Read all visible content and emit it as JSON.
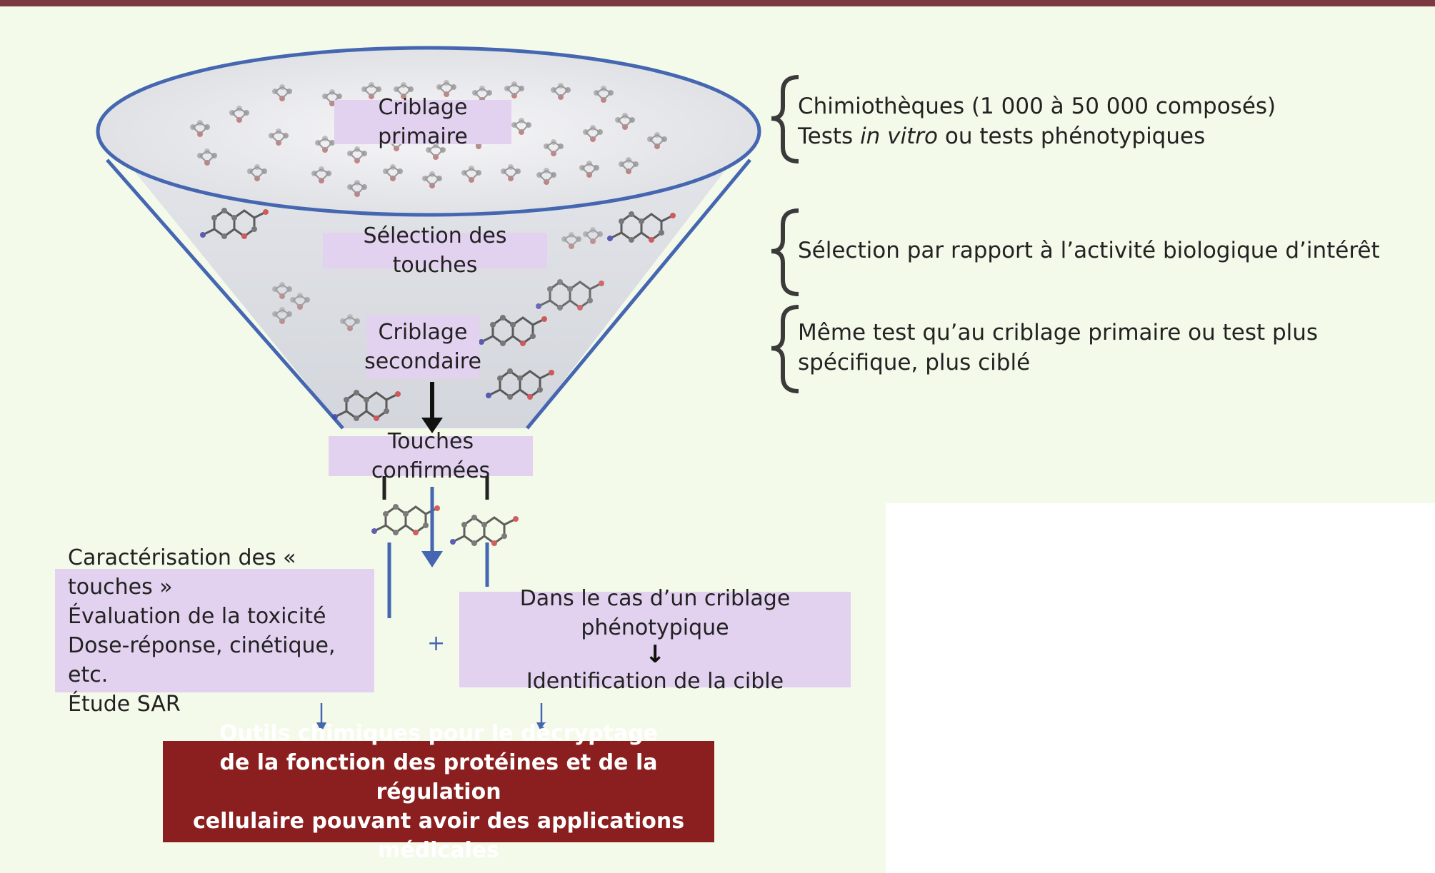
{
  "funnel": {
    "primary": "Criblage primaire",
    "selection": "Sélection des touches",
    "secondary": [
      "Criblage",
      "secondaire"
    ],
    "confirmed": "Touches confirmées"
  },
  "notes": {
    "n1_line1": "Chimiothèques (1 000  à 50 000 composés)",
    "n1_line2_pre": "Tests ",
    "n1_line2_em": "in vitro",
    "n1_line2_post": " ou tests phénotypiques",
    "n2": "Sélection par rapport à l’activité biologique d’intérêt",
    "n3_line1": "Même test qu’au criblage primaire ou test plus",
    "n3_line2": "spécifique, plus ciblé"
  },
  "characterization": [
    "Caractérisation des « touches »",
    "Évaluation de la toxicité",
    "Dose-réponse, cinétique, etc.",
    "Étude SAR"
  ],
  "plus_sign": "+",
  "phenotypic": {
    "line1": "Dans le cas d’un criblage phénotypique",
    "arrow": "↓",
    "line2": "Identification de la cible"
  },
  "final": [
    "Outils chimiques pour le décryptage",
    "de la fonction des protéines et de la régulation",
    "cellulaire pouvant avoir des applications médicales"
  ],
  "colors": {
    "funnel_stroke": "#4566b0",
    "box_fill": "#e2d1ef",
    "final_fill": "#8b1f1f",
    "background": "#f4faea",
    "top_bar": "#7b3a42"
  }
}
